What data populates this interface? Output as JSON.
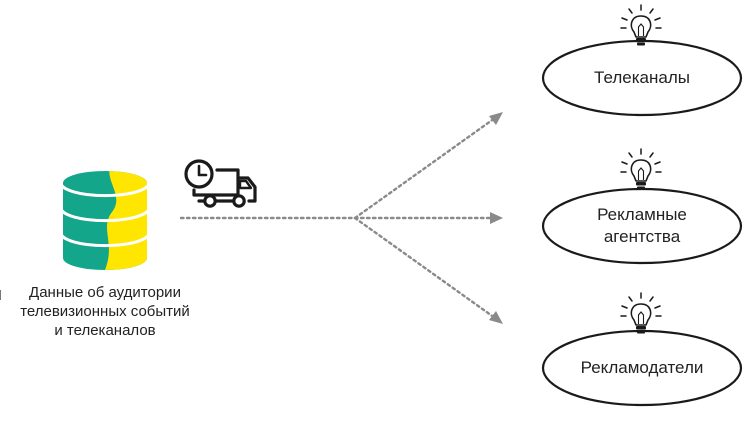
{
  "source": {
    "label_lines": [
      "Данные об аудитории",
      "телевизионных событий",
      "и телеканалов"
    ],
    "icon": "database-icon",
    "transport_icon": "delivery-truck-clock-icon"
  },
  "targets": [
    {
      "label_lines": [
        "Телеканалы"
      ],
      "icon": "lightbulb-icon"
    },
    {
      "label_lines": [
        "Рекламные",
        "агентства"
      ],
      "icon": "lightbulb-icon"
    },
    {
      "label_lines": [
        "Рекламодатели"
      ],
      "icon": "lightbulb-icon"
    }
  ],
  "colors": {
    "db_green": "#13A68A",
    "db_yellow": "#FFE600",
    "line": "#8A8A8A",
    "outline": "#1A1A1A",
    "text": "#222222"
  }
}
